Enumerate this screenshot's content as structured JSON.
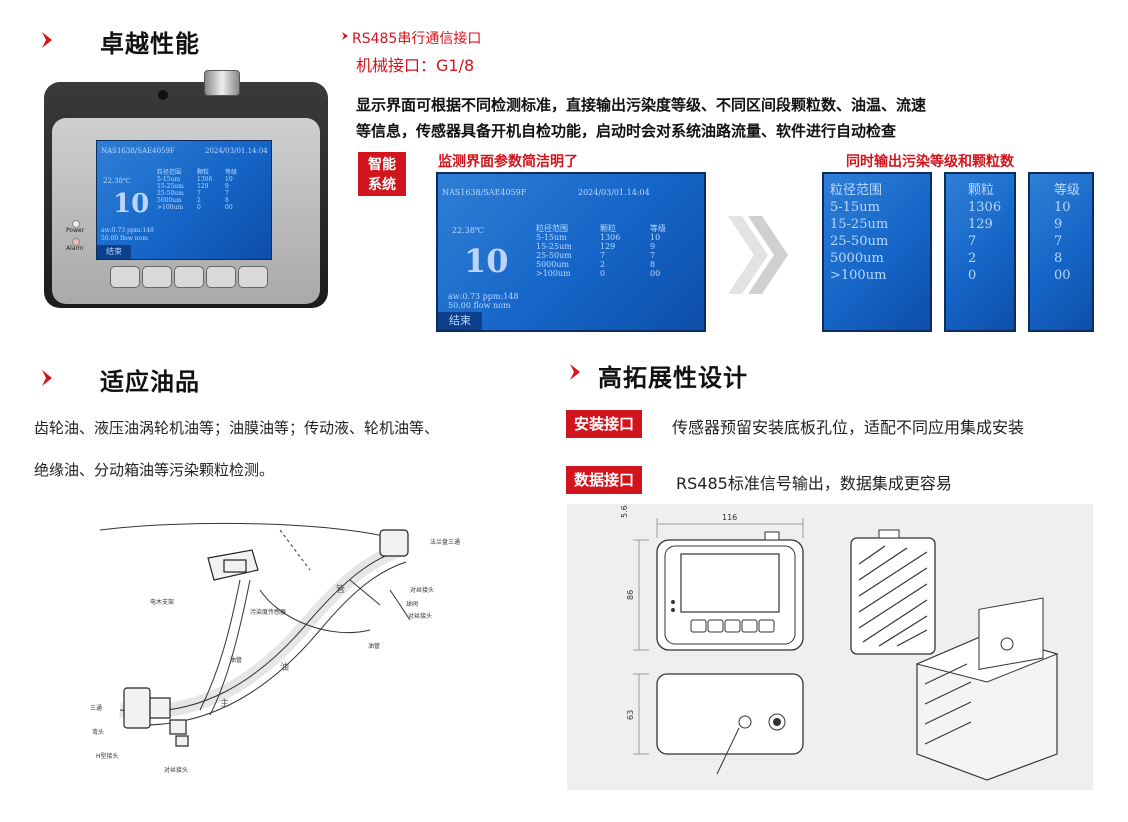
{
  "sections": {
    "performance": {
      "title": "卓越性能",
      "rs485_label": "RS485串行通信接口",
      "mech_interface": "机械接口：G1/8",
      "description_line1": "显示界面可根据不同检测标准，直接输出污染度等级、不同区间段颗粒数、油温、流速",
      "description_line2": "等信息，传感器具备开机自检功能，启动时会对系统油路流量、软件进行自动检查",
      "smart_system_tag_line1": "智能",
      "smart_system_tag_line2": "系统",
      "monitor_caption": "监测界面参数简洁明了",
      "output_caption": "同时输出污染等级和颗粒数"
    },
    "oil": {
      "title": "适应油品",
      "text_line1": "齿轮油、液压油涡轮机油等；油膜油等；传动液、轮机油等、",
      "text_line2": "绝缘油、分动箱油等污染颗粒检测。"
    },
    "extensibility": {
      "title": "高拓展性设计",
      "install_tag": "安装接口",
      "install_text": "传感器预留安装底板孔位，适配不同应用集成安装",
      "data_tag": "数据接口",
      "data_text": "RS485标准信号输出，数据集成更容易"
    }
  },
  "device": {
    "header_left": "NAS1638/SAE4059F",
    "header_right": "2024/03/01.14:04",
    "temp": "22.38℃",
    "big_grade": "10",
    "aw_line": "aw:0.73 ppm:148",
    "flow_line": "50.00    flow nom",
    "end_label": "结束",
    "power_label": "Power",
    "alarm_label": "Alarm",
    "table_headers": [
      "粒径范围",
      "颗粒",
      "等级"
    ],
    "rows": [
      [
        "5-15um",
        "1306",
        "10"
      ],
      [
        "15-25um",
        "129",
        "9"
      ],
      [
        "25-50um",
        "7",
        "7"
      ],
      [
        "5000um",
        "2",
        "8"
      ],
      [
        ">100um",
        "0",
        "00"
      ]
    ]
  },
  "output_panels": {
    "range_header": "粒径范围",
    "count_header": "颗粒",
    "grade_header": "等级"
  },
  "installation_diagram": {
    "labels": {
      "flange": "法兰盘三通",
      "bracket": "电木支架",
      "sensor": "污染度传感器",
      "connector1": "对丝接头",
      "ball_valve": "球阀",
      "connector2": "对丝接头",
      "oil_pipe1": "油管",
      "oil_pipe2": "油管",
      "oil_pipe_char1": "油",
      "oil_pipe_char2": "管",
      "oil_pipe_char3": "主",
      "tee": "三通",
      "elbow": "弯头",
      "h_joint": "H型接头",
      "connector3": "对丝接头"
    }
  },
  "dimensions": {
    "width": "116",
    "top": "5.6",
    "height": "86",
    "depth": "63"
  },
  "colors": {
    "accent": "#d2141c",
    "screen_blue": "#1565c8"
  }
}
